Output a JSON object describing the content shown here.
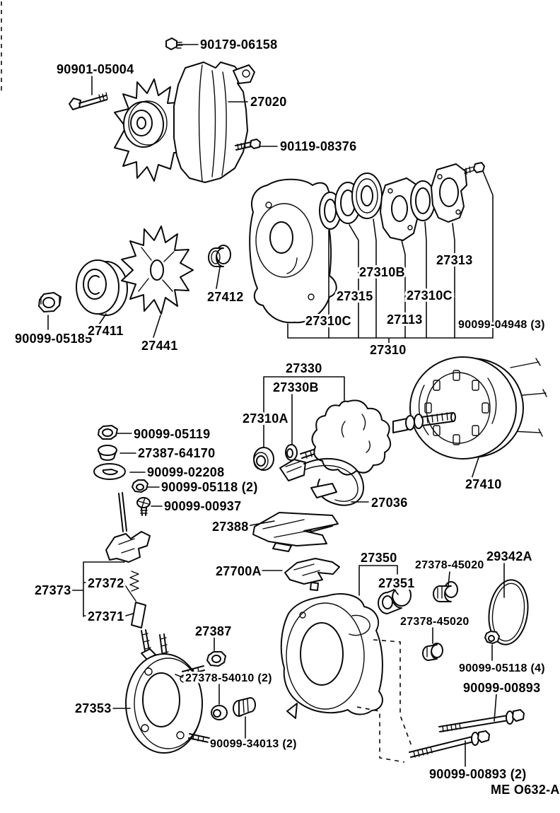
{
  "page": {
    "background": "#ffffff",
    "ink": "#0a0a0a",
    "kind": "exploded-parts-diagram",
    "subject": "alternator"
  },
  "diagram": {
    "figure_code": "ME O632-A",
    "labels": [
      {
        "part": "90179-06158",
        "text": "90179-06158"
      },
      {
        "part": "90901-05004",
        "text": "90901-05004"
      },
      {
        "part": "27020",
        "text": "27020"
      },
      {
        "part": "90119-08376",
        "text": "90119-08376"
      },
      {
        "part": "27313",
        "text": "27313"
      },
      {
        "part": "27310B",
        "text": "27310B"
      },
      {
        "part": "27315",
        "text": "27315"
      },
      {
        "part": "27310C",
        "text": "27310C"
      },
      {
        "part": "27310C",
        "text": "27310C"
      },
      {
        "part": "27113",
        "text": "27113"
      },
      {
        "part": "90099-04948",
        "text": "90099-04948 (3)"
      },
      {
        "part": "27310",
        "text": "27310"
      },
      {
        "part": "90099-05185",
        "text": "90099-05185"
      },
      {
        "part": "27411",
        "text": "27411"
      },
      {
        "part": "27441",
        "text": "27441"
      },
      {
        "part": "27412",
        "text": "27412"
      },
      {
        "part": "27330",
        "text": "27330"
      },
      {
        "part": "27330B",
        "text": "27330B"
      },
      {
        "part": "27310A",
        "text": "27310A"
      },
      {
        "part": "90099-05119",
        "text": "90099-05119"
      },
      {
        "part": "27387-64170",
        "text": "27387-64170"
      },
      {
        "part": "90099-02208",
        "text": "90099-02208"
      },
      {
        "part": "90099-05118",
        "text": "90099-05118 (2)"
      },
      {
        "part": "90099-00937",
        "text": "90099-00937"
      },
      {
        "part": "27410",
        "text": "27410"
      },
      {
        "part": "27036",
        "text": "27036"
      },
      {
        "part": "27388",
        "text": "27388"
      },
      {
        "part": "27700A",
        "text": "27700A"
      },
      {
        "part": "27350",
        "text": "27350"
      },
      {
        "part": "27351",
        "text": "27351"
      },
      {
        "part": "27378-45020",
        "text": "27378-45020"
      },
      {
        "part": "29342A",
        "text": "29342A"
      },
      {
        "part": "27378-45020",
        "text": "27378-45020"
      },
      {
        "part": "27373",
        "text": "27373"
      },
      {
        "part": "27372",
        "text": "27372"
      },
      {
        "part": "27371",
        "text": "27371"
      },
      {
        "part": "27387",
        "text": "27387"
      },
      {
        "part": "27378-54010",
        "text": "27378-54010 (2)"
      },
      {
        "part": "27353",
        "text": "27353"
      },
      {
        "part": "90099-34013",
        "text": "90099-34013 (2)"
      },
      {
        "part": "90099-05118",
        "text": "90099-05118 (4)"
      },
      {
        "part": "90099-00893",
        "text": "90099-00893"
      },
      {
        "part": "90099-00893",
        "text": "90099-00893 (2)"
      }
    ]
  }
}
